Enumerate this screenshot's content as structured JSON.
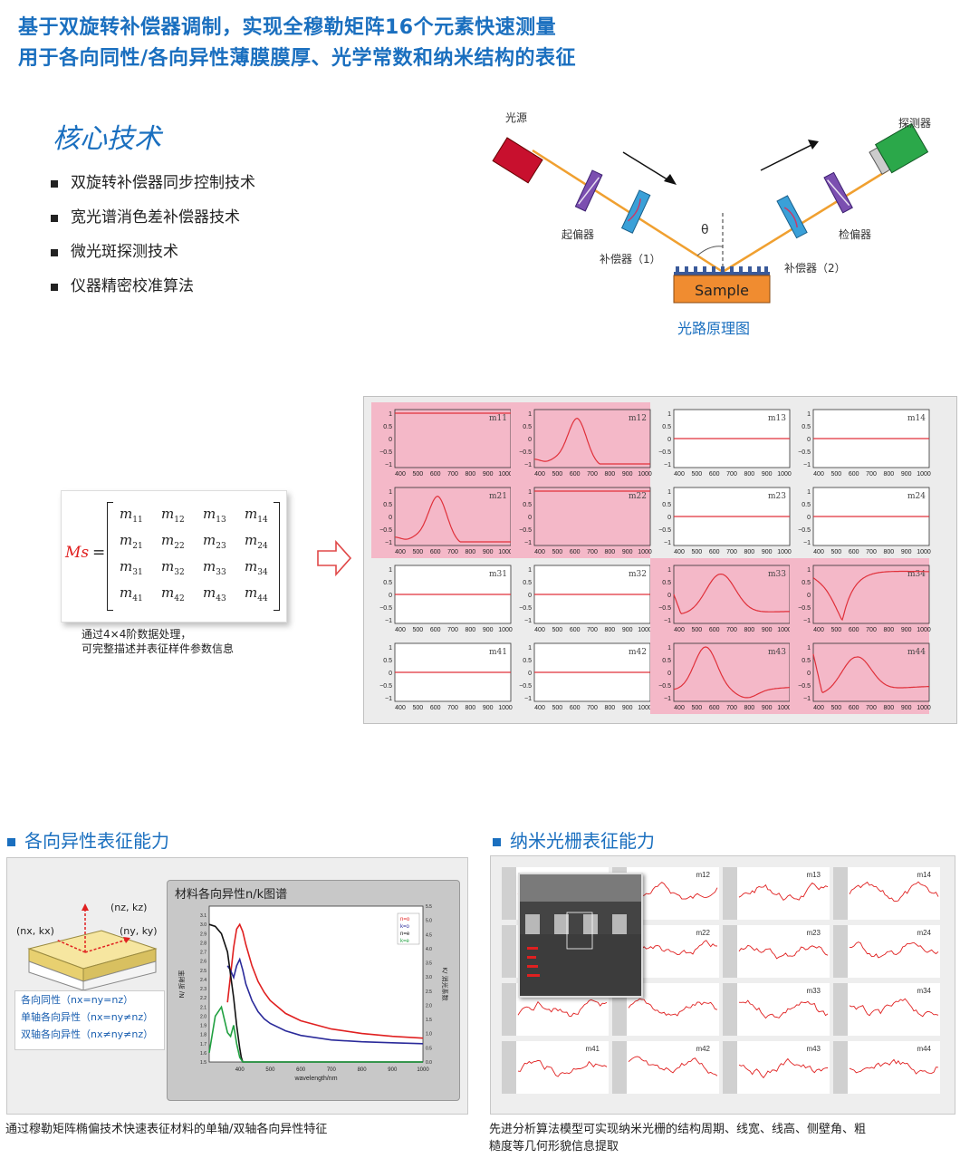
{
  "header": {
    "line1": "基于双旋转补偿器调制，实现全穆勒矩阵16个元素快速测量",
    "line2": "用于各向同性/各向异性薄膜膜厚、光学常数和纳米结构的表征"
  },
  "core_tech": {
    "title": "核心技术",
    "items": [
      "双旋转补偿器同步控制技术",
      "宽光谱消色差补偿器技术",
      "微光斑探测技术",
      "仪器精密校准算法"
    ]
  },
  "optics_diagram": {
    "light_source": "光源",
    "polarizer": "起偏器",
    "compensator1": "补偿器（1）",
    "theta": "θ",
    "sample": "Sample",
    "compensator2": "补偿器（2）",
    "analyzer": "检偏器",
    "detector": "探测器",
    "caption": "光路原理图",
    "colors": {
      "source": "#c8102e",
      "detector": "#2ba84a",
      "beam": "#f0a030",
      "sample": "#f08c30",
      "polarizer": "#7b4fb0",
      "compensator": "#3aa0d8"
    }
  },
  "matrix": {
    "symbol": "Ms",
    "equals": "=",
    "rows": [
      [
        {
          "b": "m",
          "s": "11"
        },
        {
          "b": "m",
          "s": "12"
        },
        {
          "b": "m",
          "s": "13"
        },
        {
          "b": "m",
          "s": "14"
        }
      ],
      [
        {
          "b": "m",
          "s": "21"
        },
        {
          "b": "m",
          "s": "22"
        },
        {
          "b": "m",
          "s": "23"
        },
        {
          "b": "m",
          "s": "24"
        }
      ],
      [
        {
          "b": "m",
          "s": "31"
        },
        {
          "b": "m",
          "s": "32"
        },
        {
          "b": "m",
          "s": "33"
        },
        {
          "b": "m",
          "s": "34"
        }
      ],
      [
        {
          "b": "m",
          "s": "41"
        },
        {
          "b": "m",
          "s": "42"
        },
        {
          "b": "m",
          "s": "43"
        },
        {
          "b": "m",
          "s": "44"
        }
      ]
    ],
    "note_line1": "通过4×4阶数据处理，",
    "note_line2": "可完整描述并表征样件参数信息"
  },
  "mueller_grid": {
    "x_ticks": [
      "400",
      "500",
      "600",
      "700",
      "800",
      "900",
      "1000"
    ],
    "y_ticks": [
      "1",
      "0.5",
      "0",
      "−0.5",
      "−1"
    ],
    "cells": [
      {
        "label": "m11",
        "shape": "one",
        "highlight": true
      },
      {
        "label": "m12",
        "shape": "peak",
        "highlight": true
      },
      {
        "label": "m13",
        "shape": "flat",
        "highlight": false
      },
      {
        "label": "m14",
        "shape": "flat",
        "highlight": false
      },
      {
        "label": "m21",
        "shape": "peak",
        "highlight": true
      },
      {
        "label": "m22",
        "shape": "one",
        "highlight": true
      },
      {
        "label": "m23",
        "shape": "flat",
        "highlight": false
      },
      {
        "label": "m24",
        "shape": "flat",
        "highlight": false
      },
      {
        "label": "m31",
        "shape": "flat",
        "highlight": false
      },
      {
        "label": "m32",
        "shape": "flat",
        "highlight": false
      },
      {
        "label": "m33",
        "shape": "m33",
        "highlight": true
      },
      {
        "label": "m34",
        "shape": "m34",
        "highlight": true
      },
      {
        "label": "m41",
        "shape": "flat",
        "highlight": false
      },
      {
        "label": "m42",
        "shape": "flat",
        "highlight": false
      },
      {
        "label": "m43",
        "shape": "m43",
        "highlight": true
      },
      {
        "label": "m44",
        "shape": "m44",
        "highlight": true
      }
    ],
    "highlight_color": "#f4b8c8",
    "line_color": "#e0303a"
  },
  "anisotropy": {
    "title": "各向异性表征能力",
    "labels": {
      "nx": "(nx, kx)",
      "ny": "(ny, ky)",
      "nz": "(nz, kz)"
    },
    "legend": [
      "各向同性（nx=ny=nz）",
      "单轴各向异性（nx=ny≠nz）",
      "双轴各向异性（nx≠ny≠nz）"
    ],
    "chart_title": "材料各向异性n/k图谱",
    "xlabel": "wavelength/nm",
    "ylabel_left": "N/ 折射率",
    "ylabel_right": "K/ 消光系数",
    "series_legend": [
      "n=o",
      "k=o",
      "n=e",
      "k=e"
    ],
    "caption": "通过穆勒矩阵椭偏技术快速表征材料的单轴/双轴各向异性特征"
  },
  "chart_data": {
    "type": "line",
    "title": "材料各向异性n/k图谱",
    "xlabel": "wavelength/nm",
    "ylabel": "N/ 折射率",
    "xlim": [
      300,
      1000
    ],
    "ylim": [
      1.5,
      3.2
    ],
    "x_ticks": [
      400,
      500,
      600,
      700,
      800,
      900,
      1000
    ],
    "y_ticks": [
      1.5,
      1.6,
      1.7,
      1.8,
      1.9,
      2.0,
      2.1,
      2.2,
      2.3,
      2.4,
      2.5,
      2.6,
      2.7,
      2.8,
      2.9,
      3.0,
      3.1
    ],
    "series": [
      {
        "name": "n=o",
        "color": "#e02020",
        "x": [
          360,
          370,
          380,
          390,
          400,
          410,
          420,
          440,
          460,
          480,
          500,
          550,
          600,
          700,
          800,
          900,
          1000
        ],
        "y": [
          2.15,
          2.45,
          2.75,
          2.95,
          3.0,
          2.92,
          2.78,
          2.55,
          2.38,
          2.26,
          2.17,
          2.03,
          1.95,
          1.86,
          1.81,
          1.78,
          1.76
        ]
      },
      {
        "name": "k=o",
        "color": "#2a2a9a",
        "x": [
          360,
          370,
          380,
          390,
          400,
          410,
          420,
          440,
          460,
          480,
          500,
          550,
          600,
          700,
          800,
          900,
          1000
        ],
        "y": [
          2.55,
          2.5,
          2.42,
          2.55,
          2.62,
          2.5,
          2.35,
          2.17,
          2.05,
          1.97,
          1.92,
          1.84,
          1.79,
          1.74,
          1.72,
          1.71,
          1.7
        ]
      },
      {
        "name": "n=e",
        "color": "#111111",
        "x": [
          300,
          320,
          340,
          360,
          380,
          390,
          400,
          405,
          410,
          420,
          1000
        ],
        "y": [
          3.0,
          2.98,
          2.9,
          2.7,
          2.2,
          1.9,
          1.65,
          1.55,
          1.5,
          1.5,
          1.5
        ]
      },
      {
        "name": "k=e",
        "color": "#20a040",
        "x": [
          300,
          320,
          340,
          360,
          370,
          380,
          390,
          400,
          410,
          420,
          1000
        ],
        "y": [
          1.6,
          2.0,
          2.1,
          1.82,
          1.78,
          1.9,
          1.7,
          1.55,
          1.5,
          1.5,
          1.5
        ]
      }
    ]
  },
  "grating": {
    "title": "纳米光栅表征能力",
    "cells": [
      "",
      "m12",
      "m13",
      "m14",
      "",
      "m22",
      "m23",
      "m24",
      "",
      "",
      "m33",
      "m34",
      "",
      "m41",
      "m42",
      "m43",
      "m44"
    ],
    "labels": [
      "m12",
      "m13",
      "m14",
      "m22",
      "m23",
      "m24",
      "m33",
      "m34",
      "m41",
      "m42",
      "m43",
      "m44"
    ],
    "caption_line1": "先进分析算法模型可实现纳米光栅的结构周期、线宽、线高、侧壁角、粗",
    "caption_line2": "糙度等几何形貌信息提取"
  }
}
